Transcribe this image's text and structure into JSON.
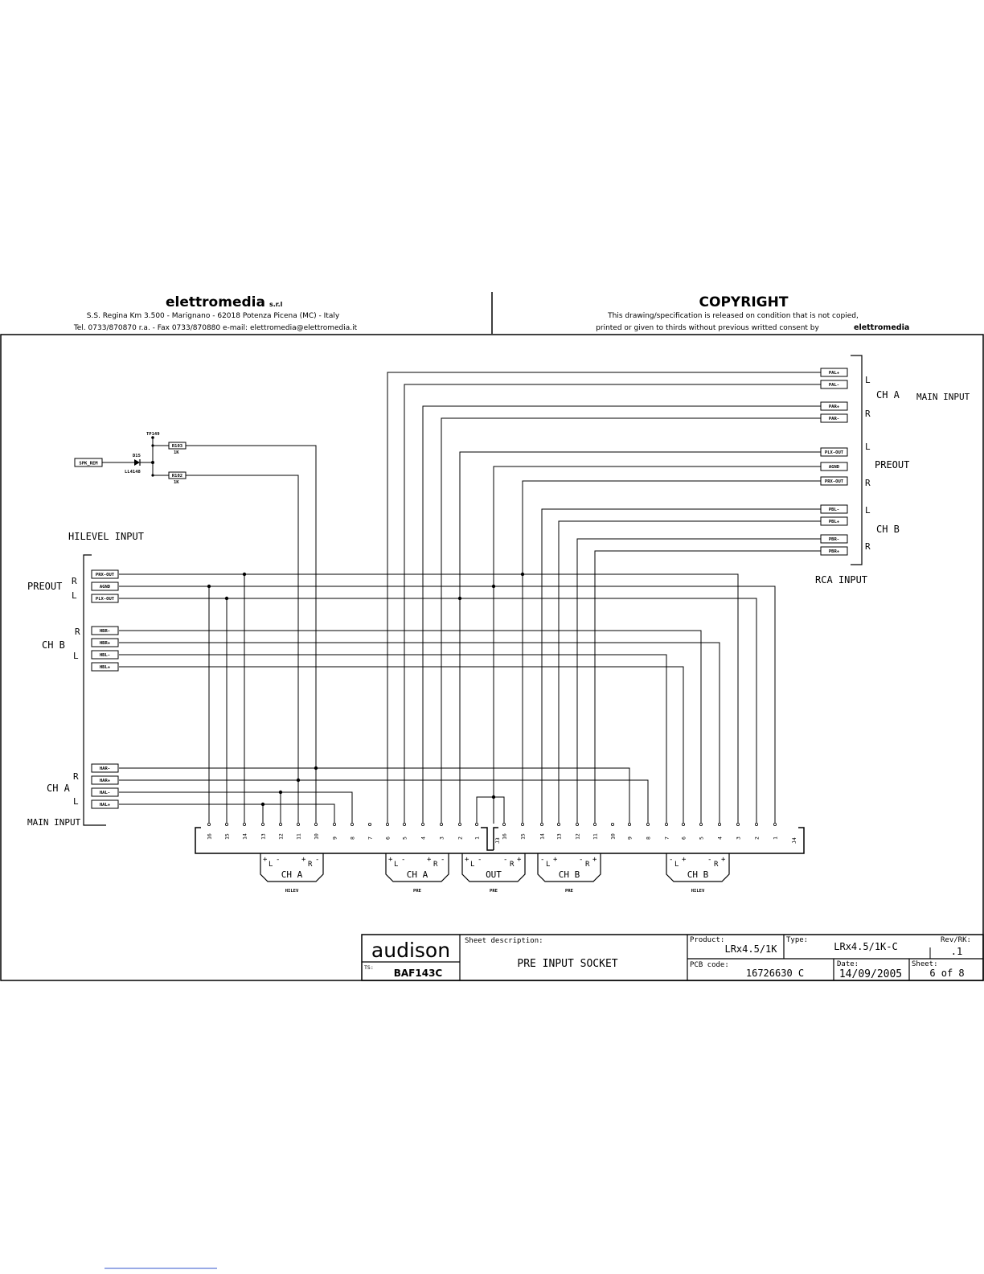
{
  "header": {
    "company": "elettromedia",
    "company_suffix": "s.r.l",
    "address": "S.S. Regina Km 3.500 - Marignano - 62018 Potenza Picena (MC) -   Italy",
    "contacts": "Tel. 0733/870870  r.a. - Fax 0733/870880 e-mail: elettromedia@elettromedia.it",
    "copyright_title": "COPYRIGHT",
    "copyright_line1": "This drawing/specification is released on condition that is not copied,",
    "copyright_line2": "printed or given to thirds without previous writted consent by",
    "copyright_brand": "elettromedia"
  },
  "rca_input": {
    "title": "RCA INPUT",
    "main_input": "MAIN INPUT",
    "ch_a": "CH A",
    "preout": "PREOUT",
    "ch_b": "CH B",
    "side_l": "L",
    "side_r": "R",
    "nets": [
      "PAL+",
      "PAL-",
      "PAR+",
      "PAR-",
      "PLX-OUT",
      "AGND",
      "PRX-OUT",
      "PBL-",
      "PBL+",
      "PBR-",
      "PBR+"
    ]
  },
  "hilevel_input": {
    "title": "HILEVEL INPUT",
    "preout": "PREOUT",
    "ch_b": "CH B",
    "ch_a": "CH A",
    "main_input": "MAIN INPUT",
    "side_l": "L",
    "side_r": "R",
    "nets": [
      "PRX-OUT",
      "AGND",
      "PLX-OUT",
      "HBR-",
      "HBR+",
      "HBL-",
      "HBL+",
      "HAR-",
      "HAR+",
      "HAL-",
      "HAL+"
    ]
  },
  "remote": {
    "spk_rem": "SPK_REM",
    "diode": "D15",
    "diode_part": "LL4148",
    "testpoint": "TP149",
    "r103": "R103",
    "r102": "R102",
    "r_value": "1K"
  },
  "connectors": {
    "j3": "J3",
    "j4": "J4",
    "j3_pins": [
      "16",
      "15",
      "14",
      "13",
      "12",
      "11",
      "10",
      "9",
      "8",
      "7",
      "6",
      "5",
      "4",
      "3",
      "2",
      "1"
    ],
    "j4_pins": [
      "16",
      "15",
      "14",
      "13",
      "12",
      "11",
      "10",
      "9",
      "8",
      "7",
      "6",
      "5",
      "4",
      "3",
      "2",
      "1"
    ],
    "sockets": [
      {
        "label": "CH A",
        "sub": "HILEV"
      },
      {
        "label": "CH A",
        "sub": "PRE"
      },
      {
        "label": "OUT",
        "sub": "PRE"
      },
      {
        "label": "CH B",
        "sub": "PRE"
      },
      {
        "label": "CH B",
        "sub": "HILEV"
      }
    ]
  },
  "title_block": {
    "brand": "audison",
    "ts_label": "TS:",
    "ts_value": "BAF143C",
    "sheet_desc_label": "Sheet description:",
    "sheet_desc": "PRE INPUT SOCKET",
    "product_label": "Product:",
    "product": "LRx4.5/1K",
    "type_label": "Type:",
    "type": "LRx4.5/1K-C",
    "rev_label": "Rev/RK:",
    "rev": ".1",
    "pcb_label": "PCB code:",
    "pcb": "16726630 C",
    "date_label": "Date:",
    "date": "14/09/2005",
    "sheet_label": "Sheet:",
    "sheet": "6 of 8"
  }
}
